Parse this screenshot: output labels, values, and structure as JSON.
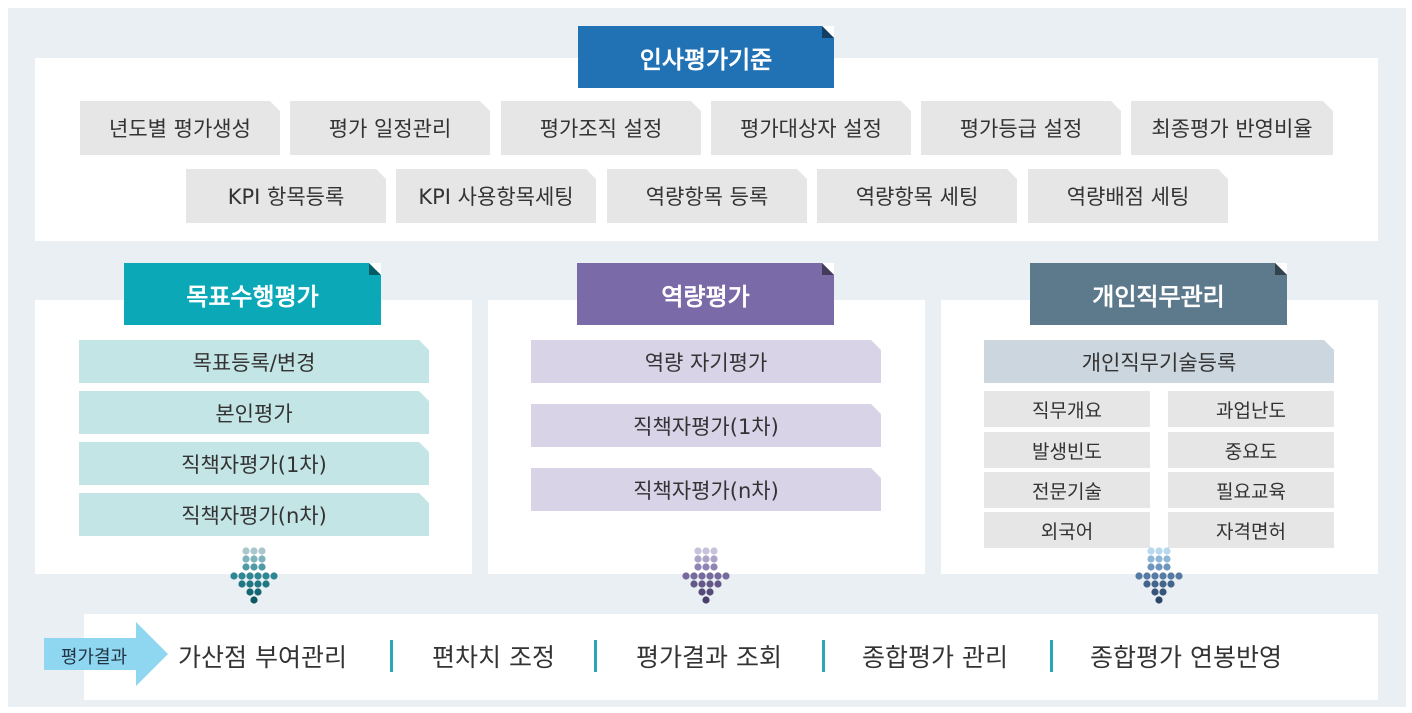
{
  "header": {
    "title": "인사평가기준",
    "title_color": "#2171b5",
    "row1": [
      "년도별 평가생성",
      "평가 일정관리",
      "평가조직 설정",
      "평가대상자 설정",
      "평가등급 설정",
      "최종평가 반영비율"
    ],
    "row2": [
      "KPI 항목등록",
      "KPI 사용항목세팅",
      "역량항목 등록",
      "역량항목 세팅",
      "역량배점 세팅"
    ]
  },
  "columns": [
    {
      "title": "목표수행평가",
      "color": "#0ba8b8",
      "items": [
        "목표등록/변경",
        "본인평가",
        "직책자평가(1차)",
        "직책자평가(n차)"
      ]
    },
    {
      "title": "역량평가",
      "color": "#7b6aa8",
      "items": [
        "역량 자기평가",
        "직책자평가(1차)",
        "직책자평가(n차)"
      ]
    },
    {
      "title": "개인직무관리",
      "color": "#5d7a8c",
      "header_item": "개인직무기술등록",
      "grid": [
        [
          "직무개요",
          "과업난도"
        ],
        [
          "발생빈도",
          "중요도"
        ],
        [
          "전문기술",
          "필요교육"
        ],
        [
          "외국어",
          "자격면허"
        ]
      ]
    }
  ],
  "result": {
    "label": "평가결과",
    "arrow_color": "#8fd6f0",
    "items": [
      "가산점 부여관리",
      "편차치 조정",
      "평가결과 조회",
      "종합평가 관리",
      "종합평가 연봉반영"
    ],
    "separator_color": "#2aa6b4"
  }
}
